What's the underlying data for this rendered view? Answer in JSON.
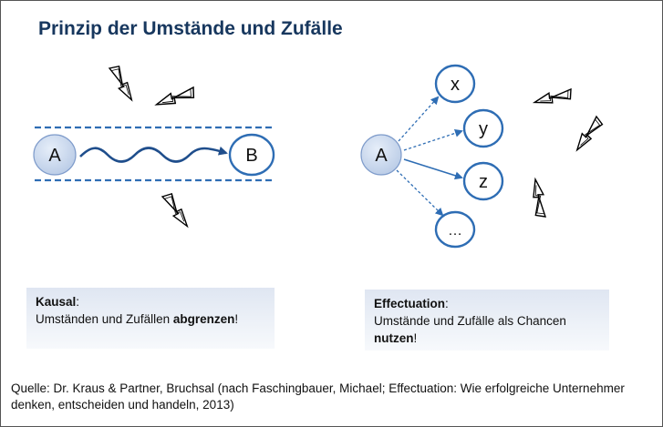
{
  "title": "Prinzip der Umstände und Zufälle",
  "left_diagram": {
    "start_node": "A",
    "end_node": "B"
  },
  "right_diagram": {
    "start_node": "A",
    "targets": [
      "x",
      "y",
      "z",
      "…"
    ]
  },
  "kausal_box": {
    "heading": "Kausal",
    "heading_suffix": ":",
    "line_prefix": "Umständen und Zufällen ",
    "line_emphasis": "abgrenzen",
    "line_suffix": "!"
  },
  "effectuation_box": {
    "heading": "Effectuation",
    "heading_suffix": ":",
    "line1": "Umstände und Zufälle als Chancen",
    "line2_emphasis": "nutzen",
    "line2_suffix": "!"
  },
  "source": {
    "line1": "Quelle: Dr. Kraus & Partner, Bruchsal (nach Faschingbauer, Michael; Effectuation: Wie erfolgreiche Unternehmer",
    "line2": "denken, entscheiden und handeln, 2013)"
  },
  "colors": {
    "title": "#17375e",
    "node_stroke": "#2e6db4",
    "node_fill_start": "#c5d5ec",
    "arrow": "#1f4e8c",
    "dashed": "#2e6db4"
  },
  "icons": [
    "lightning-bolt-icon"
  ]
}
